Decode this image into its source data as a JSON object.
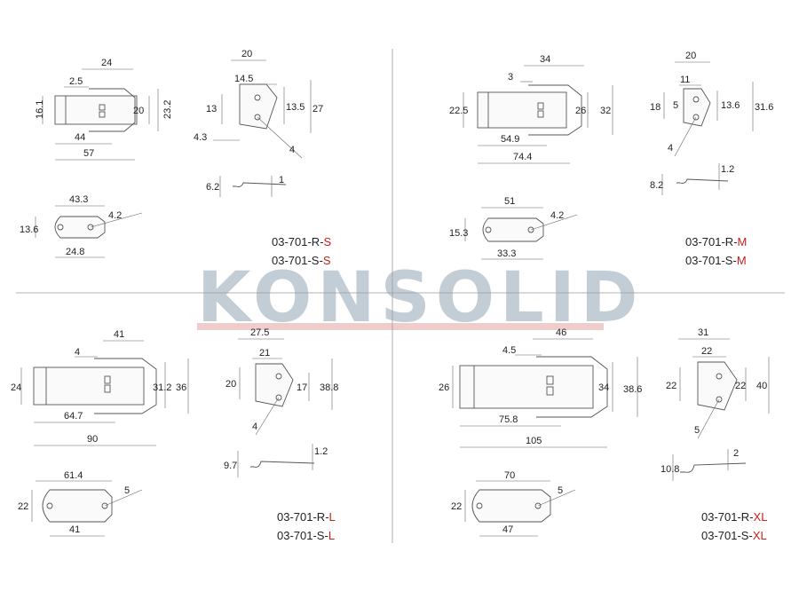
{
  "watermark": "KONSOLID",
  "accent_color": "#c8201b",
  "quadrants": [
    {
      "id": "S",
      "code_lines": [
        {
          "prefix": "03-701-R-",
          "suffix": "S"
        },
        {
          "prefix": "03-701-S-",
          "suffix": "S"
        }
      ],
      "dims": [
        "24",
        "2.5",
        "16.1",
        "20",
        "23.2",
        "44",
        "57",
        "20",
        "14.5",
        "13",
        "13.5",
        "27",
        "4.3",
        "4",
        "6.2",
        "1",
        "43.3",
        "4.2",
        "13.6",
        "24.8"
      ]
    },
    {
      "id": "M",
      "code_lines": [
        {
          "prefix": "03-701-R-",
          "suffix": "M"
        },
        {
          "prefix": "03-701-S-",
          "suffix": "M"
        }
      ],
      "dims": [
        "34",
        "3",
        "22.5",
        "26",
        "32",
        "54.9",
        "74.4",
        "20",
        "11",
        "18",
        "5",
        "13.6",
        "31.6",
        "4",
        "8.2",
        "1.2",
        "51",
        "4.2",
        "15.3",
        "33.3"
      ]
    },
    {
      "id": "L",
      "code_lines": [
        {
          "prefix": "03-701-R-",
          "suffix": "L"
        },
        {
          "prefix": "03-701-S-",
          "suffix": "L"
        }
      ],
      "dims": [
        "41",
        "4",
        "24",
        "31.2",
        "36",
        "64.7",
        "90",
        "27.5",
        "21",
        "20",
        "17",
        "38.8",
        "4",
        "9.7",
        "1.2",
        "61.4",
        "5",
        "22",
        "41"
      ]
    },
    {
      "id": "XL",
      "code_lines": [
        {
          "prefix": "03-701-R-",
          "suffix": "XL"
        },
        {
          "prefix": "03-701-S-",
          "suffix": "XL"
        }
      ],
      "dims": [
        "46",
        "4.5",
        "26",
        "34",
        "38.6",
        "75.8",
        "105",
        "31",
        "22",
        "22",
        "22",
        "40",
        "5",
        "10.8",
        "2",
        "70",
        "5",
        "22",
        "47"
      ]
    }
  ]
}
